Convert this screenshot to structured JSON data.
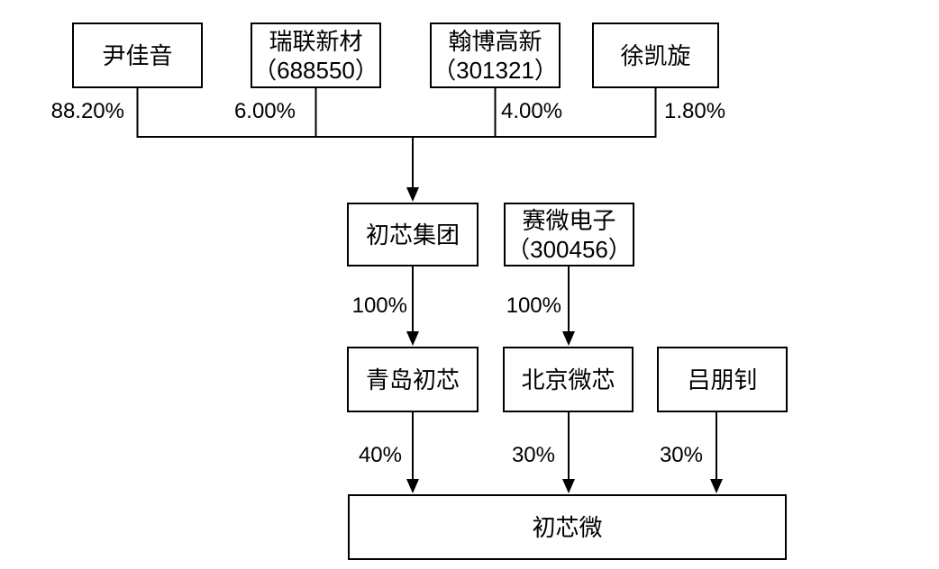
{
  "diagram": {
    "type": "equity-ownership-structure",
    "background_color": "#ffffff",
    "line_color": "#000000",
    "text_color": "#000000",
    "nodes": {
      "top": [
        {
          "label": "尹佳音",
          "code": "",
          "ownership_pct": "88.20%"
        },
        {
          "label": "瑞联新材",
          "code": "（688550）",
          "ownership_pct": "6.00%"
        },
        {
          "label": "翰博高新",
          "code": "（301321）",
          "ownership_pct": "4.00%"
        },
        {
          "label": "徐凯旋",
          "code": "",
          "ownership_pct": "1.80%"
        }
      ],
      "middle": [
        {
          "label": "初芯集团",
          "code": "",
          "ownership_pct": "100%"
        },
        {
          "label": "赛微电子",
          "code": "（300456）",
          "ownership_pct": "100%"
        }
      ],
      "third": [
        {
          "label": "青岛初芯",
          "ownership_pct": "40%"
        },
        {
          "label": "北京微芯",
          "ownership_pct": "30%"
        },
        {
          "label": "吕朋钊",
          "ownership_pct": "30%"
        }
      ],
      "bottom": {
        "label": "初芯微"
      }
    },
    "edges": [
      {
        "from": "尹佳音",
        "to": "初芯集团",
        "label": "88.20%"
      },
      {
        "from": "瑞联新材（688550）",
        "to": "初芯集团",
        "label": "6.00%"
      },
      {
        "from": "翰博高新（301321）",
        "to": "初芯集团",
        "label": "4.00%"
      },
      {
        "from": "徐凯旋",
        "to": "初芯集团",
        "label": "1.80%"
      },
      {
        "from": "初芯集团",
        "to": "青岛初芯",
        "label": "100%"
      },
      {
        "from": "赛微电子（300456）",
        "to": "北京微芯",
        "label": "100%"
      },
      {
        "from": "青岛初芯",
        "to": "初芯微",
        "label": "40%"
      },
      {
        "from": "北京微芯",
        "to": "初芯微",
        "label": "30%"
      },
      {
        "from": "吕朋钊",
        "to": "初芯微",
        "label": "30%"
      }
    ]
  }
}
